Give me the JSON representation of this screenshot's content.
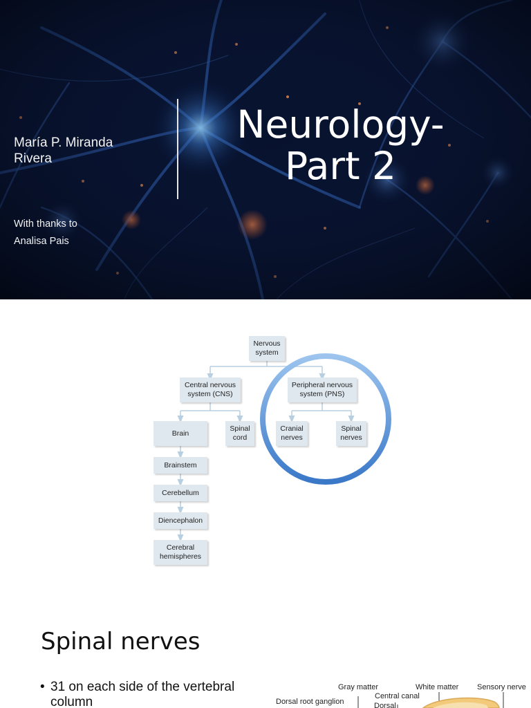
{
  "slide1": {
    "author": "María P. Miranda Rivera",
    "thanks_line1": "With thanks to",
    "thanks_line2": "Analisa Pais",
    "title_line1": "Neurology-",
    "title_line2": "Part 2"
  },
  "slide2": {
    "nodes": {
      "nervous_system": "Nervous system",
      "cns": "Central nervous system (CNS)",
      "pns": "Peripheral nervous system (PNS)",
      "brain": "Brain",
      "spinal_cord": "Spinal cord",
      "cranial_nerves": "Cranial nerves",
      "spinal_nerves": "Spinal nerves",
      "brainstem": "Brainstem",
      "cerebellum": "Cerebellum",
      "diencephalon": "Diencephalon",
      "cerebral_hemispheres": "Cerebral hemispheres"
    }
  },
  "slide3": {
    "title": "Spinal nerves",
    "bullet_mark": "•",
    "bullet1": "31 on each side of the vertebral column",
    "labels": {
      "gray_matter": "Gray matter",
      "white_matter": "White matter",
      "sensory_nerve": "Sensory nerve",
      "central_canal": "Central canal",
      "dorsal_root_ganglion": "Dorsal root ganglion",
      "dorsal": "Dorsal"
    }
  }
}
